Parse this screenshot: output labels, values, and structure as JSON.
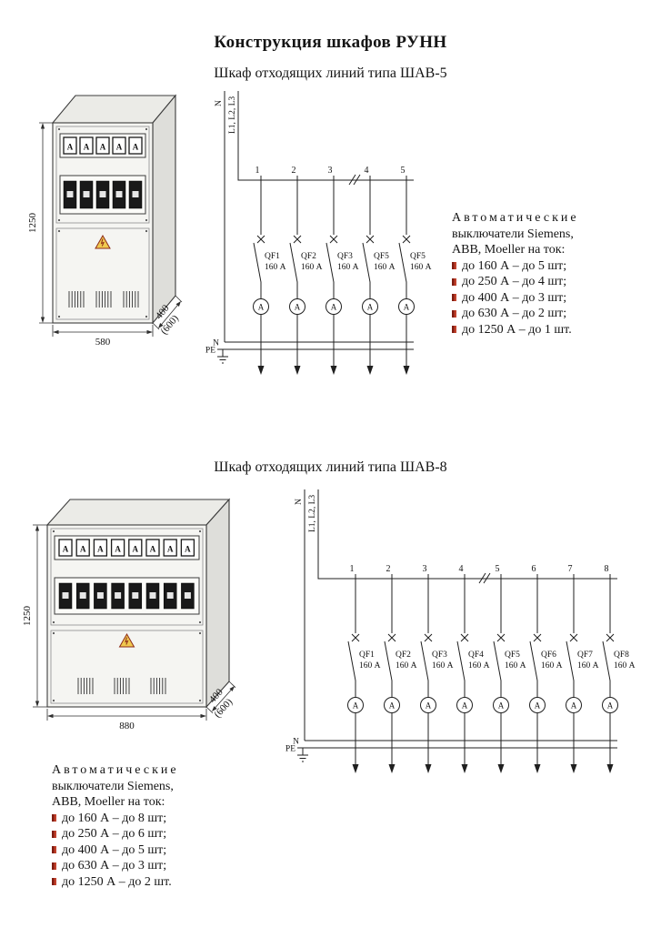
{
  "page": {
    "title": "Конструкция шкафов РУНН",
    "accent_red": "#b02a1c"
  },
  "shav5": {
    "subtitle": "Шкаф отходящих линий типа ШАВ-5",
    "cabinet": {
      "meter_letter": "А",
      "dim_height": "1250",
      "dim_width": "580",
      "dim_depth": "400",
      "dim_depth_alt": "(600)"
    },
    "schematic": {
      "neutral_riser_label": "N",
      "phase_riser_label": "L1, L2, L3",
      "feeder_numbers": [
        "1",
        "2",
        "3",
        "4",
        "5"
      ],
      "breakers": [
        {
          "name": "QF1",
          "rating": "160 А"
        },
        {
          "name": "QF2",
          "rating": "160 А"
        },
        {
          "name": "QF3",
          "rating": "160 А"
        },
        {
          "name": "QF5",
          "rating": "160 А"
        },
        {
          "name": "QF5",
          "rating": "160 А"
        }
      ],
      "ammeter_letter": "A",
      "neutral_bus_label": "N",
      "pe_bus_label": "PE"
    },
    "note": {
      "heading_lines": [
        "Автоматические",
        "выключатели Siemens,",
        "ABB, Moeller на ток:"
      ],
      "items": [
        "до 160 А – до 5 шт;",
        "до 250 А – до 4 шт;",
        "до 400 А – до 3 шт;",
        "до 630 А – до 2 шт;",
        "до 1250 А – до 1 шт."
      ]
    }
  },
  "shav8": {
    "subtitle": "Шкаф отходящих линий типа ШАВ-8",
    "cabinet": {
      "meter_letter": "А",
      "dim_height": "1250",
      "dim_width": "880",
      "dim_depth": "400",
      "dim_depth_alt": "(600)"
    },
    "schematic": {
      "neutral_riser_label": "N",
      "phase_riser_label": "L1, L2, L3",
      "feeder_numbers": [
        "1",
        "2",
        "3",
        "4",
        "5",
        "6",
        "7",
        "8"
      ],
      "breakers": [
        {
          "name": "QF1",
          "rating": "160 А"
        },
        {
          "name": "QF2",
          "rating": "160 А"
        },
        {
          "name": "QF3",
          "rating": "160 А"
        },
        {
          "name": "QF4",
          "rating": "160 А"
        },
        {
          "name": "QF5",
          "rating": "160 А"
        },
        {
          "name": "QF6",
          "rating": "160 А"
        },
        {
          "name": "QF7",
          "rating": "160 А"
        },
        {
          "name": "QF8",
          "rating": "160 А"
        }
      ],
      "ammeter_letter": "A",
      "neutral_bus_label": "N",
      "pe_bus_label": "PE"
    },
    "note": {
      "heading_lines": [
        "Автоматические",
        "выключатели Siemens,",
        "ABB, Moeller на ток:"
      ],
      "items": [
        "до 160 А – до 8 шт;",
        "до 250 А – до 6 шт;",
        "до 400 А – до 5 шт;",
        "до 630 А – до 3 шт;",
        "до 1250 А – до 2 шт."
      ]
    }
  }
}
